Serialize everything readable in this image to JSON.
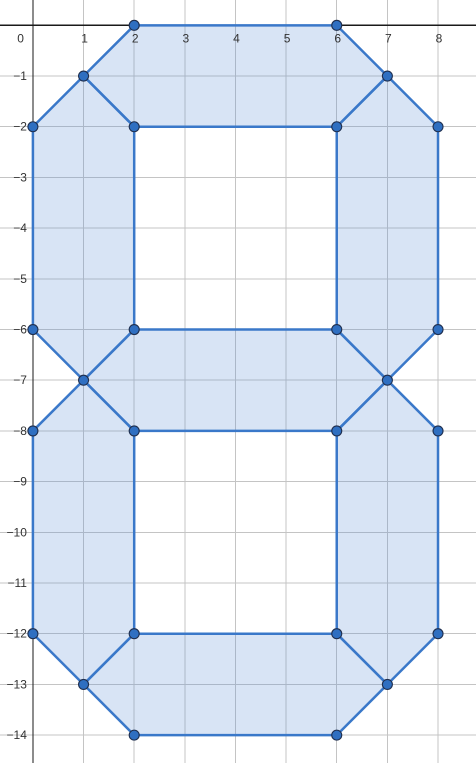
{
  "chart_data": {
    "type": "scatter",
    "title": "",
    "xlabel": "",
    "ylabel": "",
    "xlim": [
      -0.65,
      8.75
    ],
    "ylim": [
      -14.55,
      0.5
    ],
    "grid": true,
    "x_ticks": [
      0,
      1,
      2,
      3,
      4,
      5,
      6,
      7,
      8
    ],
    "y_ticks": [
      -1,
      -2,
      -3,
      -4,
      -5,
      -6,
      -7,
      -8,
      -9,
      -10,
      -11,
      -12,
      -13,
      -14
    ],
    "x_tick_labels": [
      "0",
      "1",
      "2",
      "3",
      "4",
      "5",
      "6",
      "7",
      "8"
    ],
    "y_tick_labels": [
      "−1",
      "−2",
      "−3",
      "−4",
      "−5",
      "−6",
      "−7",
      "−8",
      "−9",
      "−10",
      "−11",
      "−12",
      "−13",
      "−14"
    ],
    "colors": {
      "segment_fill": "#5b8fd6",
      "segment_stroke": "#3a78c9",
      "point_fill": "#2f6fc1"
    },
    "segments": [
      {
        "name": "top",
        "points": [
          [
            1,
            -1
          ],
          [
            2,
            0
          ],
          [
            6,
            0
          ],
          [
            7,
            -1
          ],
          [
            6,
            -2
          ],
          [
            2,
            -2
          ]
        ]
      },
      {
        "name": "upper-left",
        "points": [
          [
            1,
            -1
          ],
          [
            2,
            -2
          ],
          [
            2,
            -6
          ],
          [
            1,
            -7
          ],
          [
            0,
            -6
          ],
          [
            0,
            -2
          ]
        ]
      },
      {
        "name": "upper-right",
        "points": [
          [
            7,
            -1
          ],
          [
            8,
            -2
          ],
          [
            8,
            -6
          ],
          [
            7,
            -7
          ],
          [
            6,
            -6
          ],
          [
            6,
            -2
          ]
        ]
      },
      {
        "name": "middle",
        "points": [
          [
            1,
            -7
          ],
          [
            2,
            -6
          ],
          [
            6,
            -6
          ],
          [
            7,
            -7
          ],
          [
            6,
            -8
          ],
          [
            2,
            -8
          ]
        ]
      },
      {
        "name": "lower-left",
        "points": [
          [
            1,
            -7
          ],
          [
            2,
            -8
          ],
          [
            2,
            -12
          ],
          [
            1,
            -13
          ],
          [
            0,
            -12
          ],
          [
            0,
            -8
          ]
        ]
      },
      {
        "name": "lower-right",
        "points": [
          [
            7,
            -7
          ],
          [
            8,
            -8
          ],
          [
            8,
            -12
          ],
          [
            7,
            -13
          ],
          [
            6,
            -12
          ],
          [
            6,
            -8
          ]
        ]
      },
      {
        "name": "bottom",
        "points": [
          [
            1,
            -13
          ],
          [
            2,
            -12
          ],
          [
            6,
            -12
          ],
          [
            7,
            -13
          ],
          [
            6,
            -14
          ],
          [
            2,
            -14
          ]
        ]
      }
    ],
    "points": [
      [
        2,
        0
      ],
      [
        6,
        0
      ],
      [
        1,
        -1
      ],
      [
        7,
        -1
      ],
      [
        0,
        -2
      ],
      [
        2,
        -2
      ],
      [
        6,
        -2
      ],
      [
        8,
        -2
      ],
      [
        0,
        -6
      ],
      [
        2,
        -6
      ],
      [
        6,
        -6
      ],
      [
        8,
        -6
      ],
      [
        1,
        -7
      ],
      [
        7,
        -7
      ],
      [
        0,
        -8
      ],
      [
        2,
        -8
      ],
      [
        6,
        -8
      ],
      [
        8,
        -8
      ],
      [
        0,
        -12
      ],
      [
        2,
        -12
      ],
      [
        6,
        -12
      ],
      [
        8,
        -12
      ],
      [
        1,
        -13
      ],
      [
        7,
        -13
      ],
      [
        2,
        -14
      ],
      [
        6,
        -14
      ]
    ]
  }
}
